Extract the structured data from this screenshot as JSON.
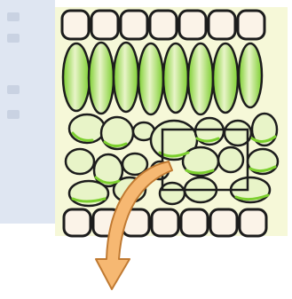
{
  "diagram": {
    "kind": "leaf-cross-section",
    "colors": {
      "background_tint": "#f6f8d8",
      "cell_fill": "#e8f4c8",
      "cell_green": "#7ccf2e",
      "outline": "#1c1c1c",
      "epidermis_fill": "#fbf3e8",
      "arrow_fill": "#f6b872",
      "arrow_stroke": "#c07a32",
      "highlight_box": "#1c1c1c",
      "side_panel": "#dfe6f2"
    },
    "parts": [
      "upper-epidermis",
      "palisade-layer",
      "spongy-layer",
      "lower-epidermis",
      "highlight-box",
      "curved-arrow"
    ]
  }
}
